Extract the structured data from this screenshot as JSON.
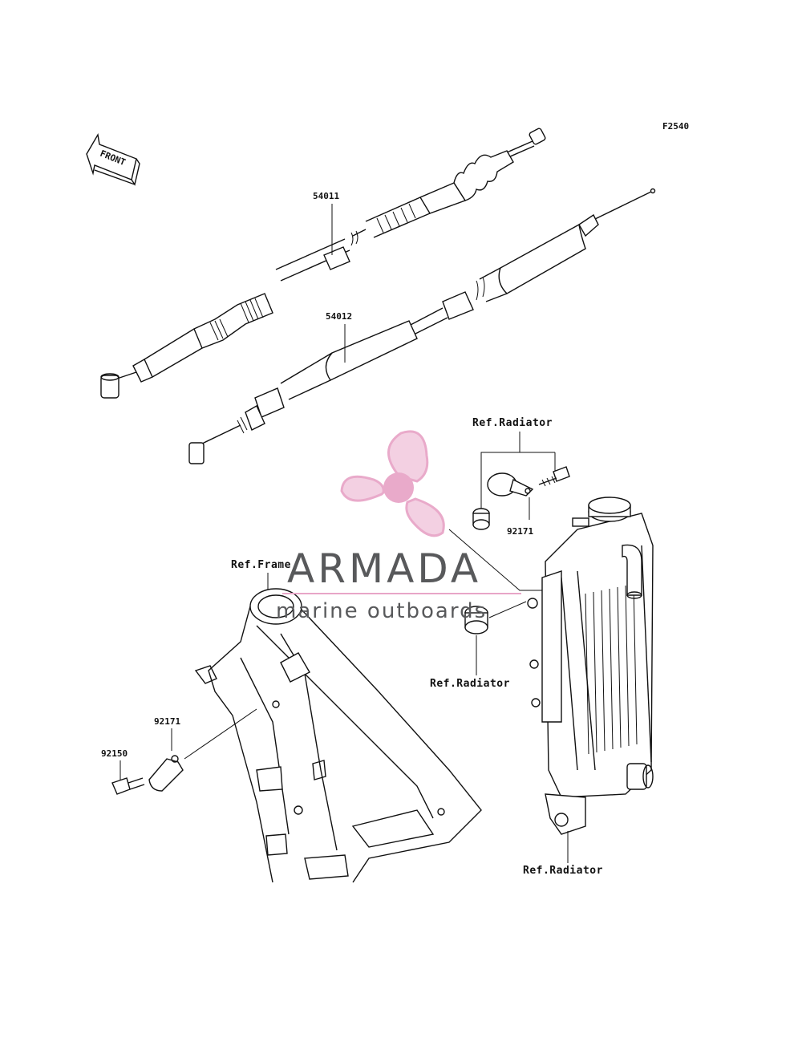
{
  "figure_code": "F2540",
  "front_label": "FRONT",
  "watermark": {
    "title": "ARMADA",
    "subtitle": "marine outboards",
    "accent_color": "#e8a6c8",
    "text_color": "#58595b"
  },
  "parts": {
    "cable_upper": "54011",
    "cable_lower": "54012",
    "clamp_radiator": "92171",
    "clamp_frame": "92171",
    "bolt_frame": "92150"
  },
  "refs": {
    "radiator_top": "Ref.Radiator",
    "radiator_mid": "Ref.Radiator",
    "radiator_bottom": "Ref.Radiator",
    "frame": "Ref.Frame"
  }
}
